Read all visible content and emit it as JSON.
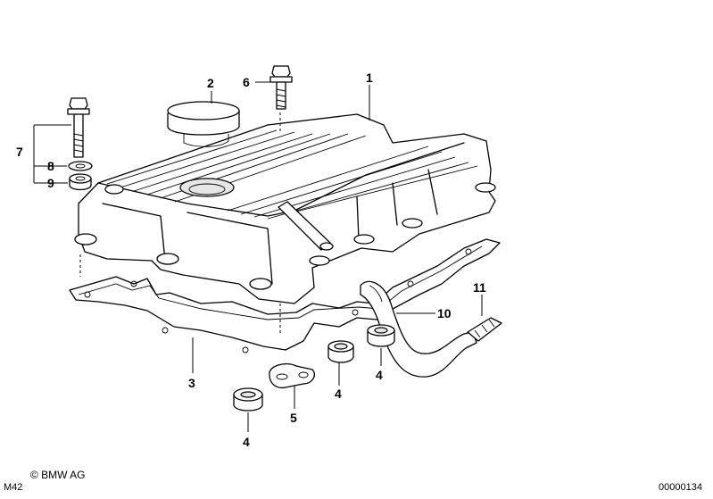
{
  "callouts": {
    "c1": "1",
    "c2": "2",
    "c3": "3",
    "c4a": "4",
    "c4b": "4",
    "c4c": "4",
    "c5": "5",
    "c6": "6",
    "c7": "7",
    "c8": "8",
    "c9": "9",
    "c10": "10",
    "c11": "11"
  },
  "footer": {
    "copyright": "© BMW AG",
    "model": "M42",
    "diagram_number": "00000134"
  }
}
